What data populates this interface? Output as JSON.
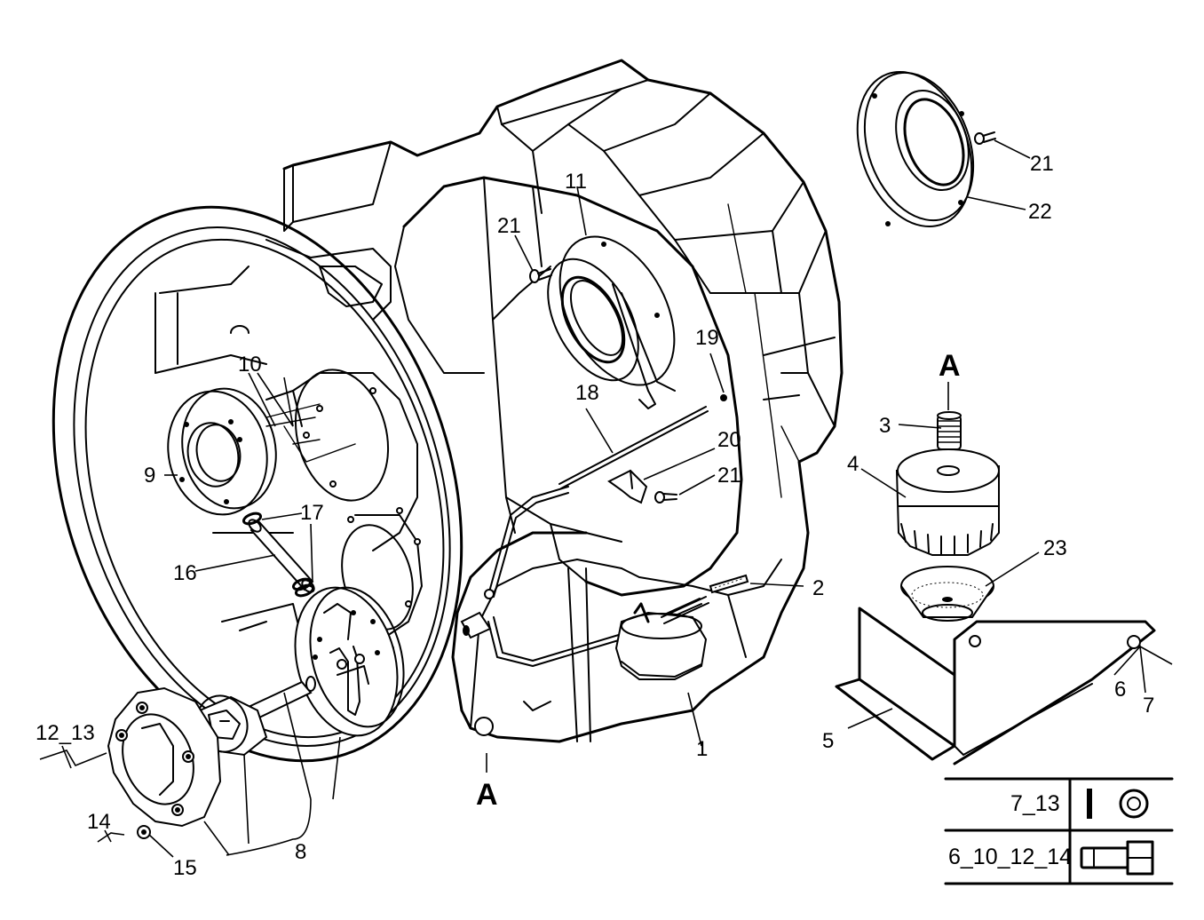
{
  "callouts": {
    "c1": "1",
    "c2": "2",
    "c3": "3",
    "c4": "4",
    "c5": "5",
    "c6": "6",
    "c7": "7",
    "c8": "8",
    "c9": "9",
    "c10": "10",
    "c11": "11",
    "c12_13": "12_13",
    "c14": "14",
    "c15": "15",
    "c16": "16",
    "c17": "17",
    "c18": "18",
    "c19": "19",
    "c20": "20",
    "c21a": "21",
    "c21b": "21",
    "c21c": "21",
    "c22": "22",
    "c23": "23"
  },
  "markers": {
    "section_top": "A",
    "section_bottom": "A"
  },
  "legend": {
    "row1_label": "7_13",
    "row1_icon": "washer-icon",
    "row2_label": "6_10_12_14",
    "row2_icon": "bolt-icon"
  }
}
